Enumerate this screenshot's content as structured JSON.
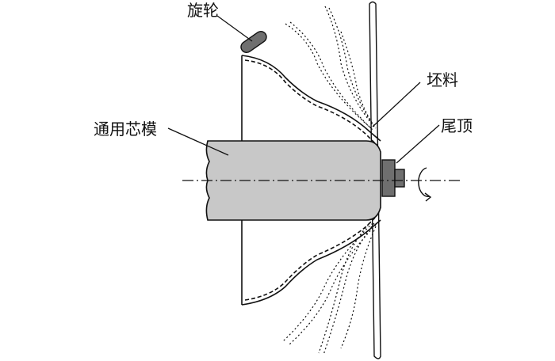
{
  "labels": {
    "spinning_roller": "旋轮",
    "blank": "坯料",
    "tailstock": "尾顶",
    "universal_mandrel": "通用芯模"
  },
  "colors": {
    "mandrel_fill": "#c8c8c8",
    "tailstock_fill": "#6f6f6f",
    "line": "#111111"
  }
}
